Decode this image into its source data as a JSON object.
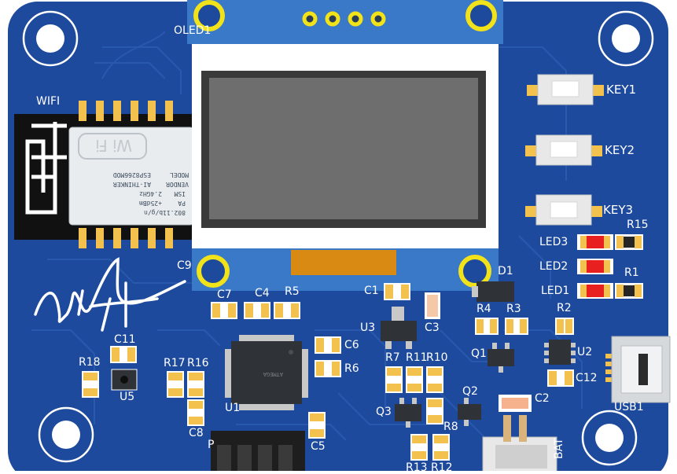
{
  "board": {
    "colors": {
      "pcb": "#1d4a9c",
      "pcb_dark": "#173e86",
      "trace": "#2a5cb0",
      "silk": "#ffffff",
      "pad": "#f2c14e",
      "display_blue": "#3a78c8",
      "display_white": "#ffffff",
      "display_screen": "#6e6e6e",
      "flex": "#d98a12",
      "led_red": "#e82020",
      "button_white": "#f4f4f4",
      "module_black": "#111111"
    },
    "labels": {
      "oled": "OLED1",
      "wifi": "WIFI",
      "key1": "KEY1",
      "key2": "KEY2",
      "key3": "KEY3",
      "led1": "LED1",
      "led2": "LED2",
      "led3": "LED3",
      "r1": "R1",
      "r2": "R2",
      "r3": "R3",
      "r4": "R4",
      "r5": "R5",
      "r6": "R6",
      "r7": "R7",
      "r8": "R8",
      "r10": "R10",
      "r11": "R11",
      "r12": "R12",
      "r13": "R13",
      "r15": "R15",
      "r16": "R16",
      "r17": "R17",
      "r18": "R18",
      "c1": "C1",
      "c2": "C2",
      "c3": "C3",
      "c4": "C4",
      "c5": "C5",
      "c6": "C6",
      "c7": "C7",
      "c8": "C8",
      "c9": "C9",
      "c11": "C11",
      "c12": "C12",
      "d1": "D1",
      "q1": "Q1",
      "q2": "Q2",
      "q3": "Q3",
      "u1": "U1",
      "u2": "U2",
      "u3": "U3",
      "u5": "U5",
      "usb1": "USB1",
      "bat": "BAT",
      "p1": "P"
    },
    "wifi_module": {
      "model_label": "MODEL",
      "model_value": "ESP8266MOD",
      "vendor_label": "VENDOR",
      "vendor_value": "AI-THINKER",
      "ism": "ISM",
      "ism_value": "2.4GHz",
      "pa": "PA",
      "pa_value": "+25dBm",
      "proto": "802.11b/g/n",
      "brand": "Wi Fi"
    },
    "u1_marking": "ATMEGA"
  }
}
